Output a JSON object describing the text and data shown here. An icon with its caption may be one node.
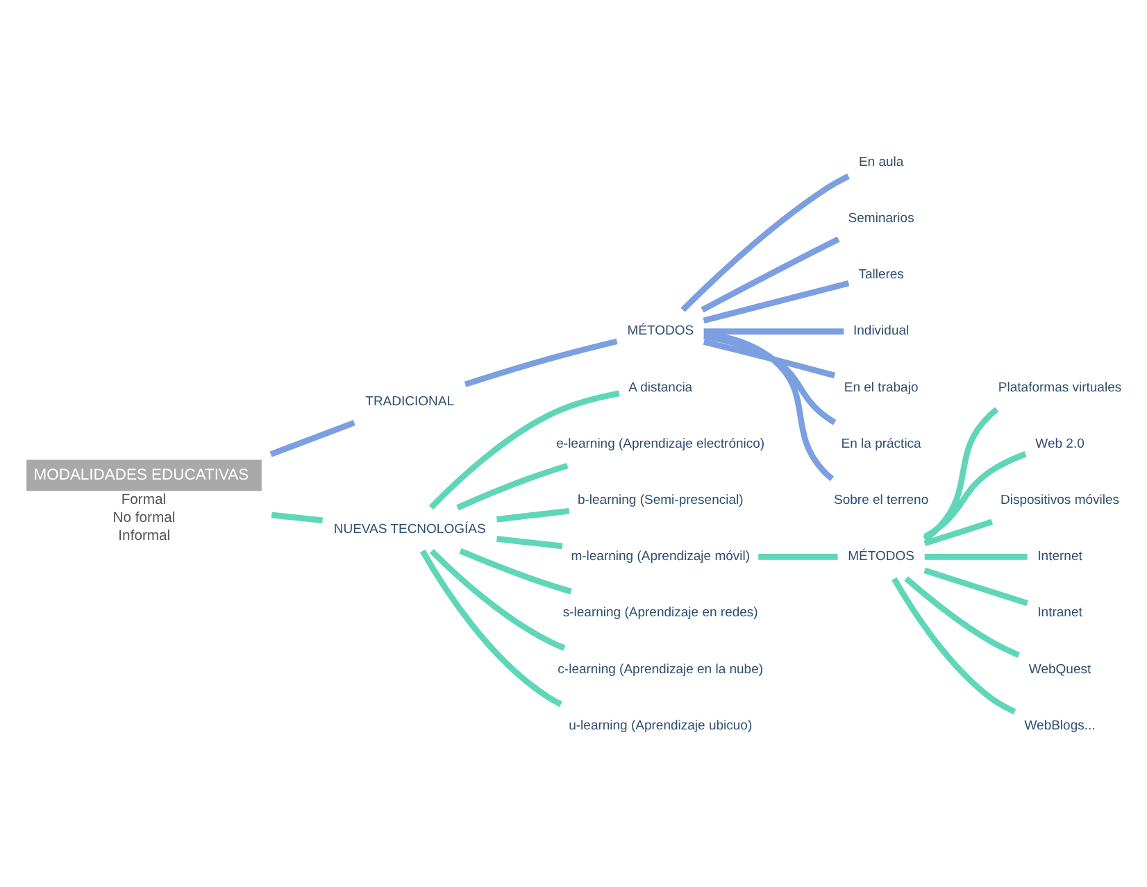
{
  "diagram": {
    "nodes": [
      {
        "text": [
          "MODALIDADES EDUCATIVAS"
        ],
        "beside": [
          "Formal",
          "No formal",
          "Informal"
        ]
      },
      {
        "text": [
          "TRADICIONAL"
        ]
      },
      {
        "text": [
          "MÉTODOS"
        ]
      },
      {
        "text": [
          "En aula"
        ]
      },
      {
        "text": [
          "Seminarios"
        ]
      },
      {
        "text": [
          "Talleres"
        ]
      },
      {
        "text": [
          "Individual"
        ]
      },
      {
        "text": [
          "En el trabajo"
        ]
      },
      {
        "text": [
          "En la práctica"
        ]
      },
      {
        "text": [
          "Sobre el terreno"
        ]
      },
      {
        "text": [
          "NUEVAS TECNOLOGÍAS"
        ]
      },
      {
        "text": [
          "A distancia"
        ]
      },
      {
        "text": [
          "e-learning (Aprendizaje electrónico)"
        ]
      },
      {
        "text": [
          "b-learning (Semi-presencial)"
        ]
      },
      {
        "text": [
          "m-learning (Aprendizaje móvil)"
        ]
      },
      {
        "text": [
          "s-learning (Aprendizaje en redes)"
        ]
      },
      {
        "text": [
          "c-learning (Aprendizaje en la nube)"
        ]
      },
      {
        "text": [
          "u-learning (Aprendizaje ubicuo)"
        ]
      },
      {
        "text": [
          "MÉTODOS"
        ]
      },
      {
        "text": [
          "Plataformas virtuales"
        ]
      },
      {
        "text": [
          "Web 2.0"
        ]
      },
      {
        "text": [
          "Dispositivos móviles"
        ]
      },
      {
        "text": [
          "Internet"
        ]
      },
      {
        "text": [
          "Intranet"
        ]
      },
      {
        "text": [
          "WebQuest"
        ]
      },
      {
        "text": [
          "WebBlogs..."
        ]
      }
    ],
    "edges": [
      {
        "from": 0,
        "to": 1,
        "arrow": "none",
        "color": "#7b9fe0"
      },
      {
        "from": 1,
        "to": 2,
        "arrow": "none",
        "color": "#7b9fe0"
      },
      {
        "from": 2,
        "to": 3,
        "arrow": "none",
        "color": "#7b9fe0"
      },
      {
        "from": 2,
        "to": 4,
        "arrow": "none",
        "color": "#7b9fe0"
      },
      {
        "from": 2,
        "to": 5,
        "arrow": "none",
        "color": "#7b9fe0"
      },
      {
        "from": 2,
        "to": 6,
        "arrow": "none",
        "color": "#7b9fe0"
      },
      {
        "from": 2,
        "to": 7,
        "arrow": "none",
        "color": "#7b9fe0"
      },
      {
        "from": 2,
        "to": 8,
        "arrow": "none",
        "color": "#7b9fe0"
      },
      {
        "from": 2,
        "to": 9,
        "arrow": "none",
        "color": "#7b9fe0"
      },
      {
        "from": 0,
        "to": 10,
        "arrow": "none"
      },
      {
        "from": 10,
        "to": 11,
        "arrow": "none"
      },
      {
        "from": 10,
        "to": 12,
        "arrow": "none"
      },
      {
        "from": 10,
        "to": 13,
        "arrow": "none"
      },
      {
        "from": 10,
        "to": 14,
        "arrow": "none"
      },
      {
        "from": 10,
        "to": 15,
        "arrow": "none"
      },
      {
        "from": 10,
        "to": 16,
        "arrow": "none"
      },
      {
        "from": 10,
        "to": 17,
        "arrow": "none"
      },
      {
        "from": 14,
        "to": 18,
        "arrow": "none"
      },
      {
        "from": 18,
        "to": 19,
        "arrow": "none"
      },
      {
        "from": 18,
        "to": 20,
        "arrow": "none"
      },
      {
        "from": 18,
        "to": 21,
        "arrow": "none"
      },
      {
        "from": 18,
        "to": 22,
        "arrow": "none"
      },
      {
        "from": 18,
        "to": 23,
        "arrow": "none"
      },
      {
        "from": 18,
        "to": 24,
        "arrow": "none"
      },
      {
        "from": 18,
        "to": 25,
        "arrow": "none"
      }
    ]
  }
}
